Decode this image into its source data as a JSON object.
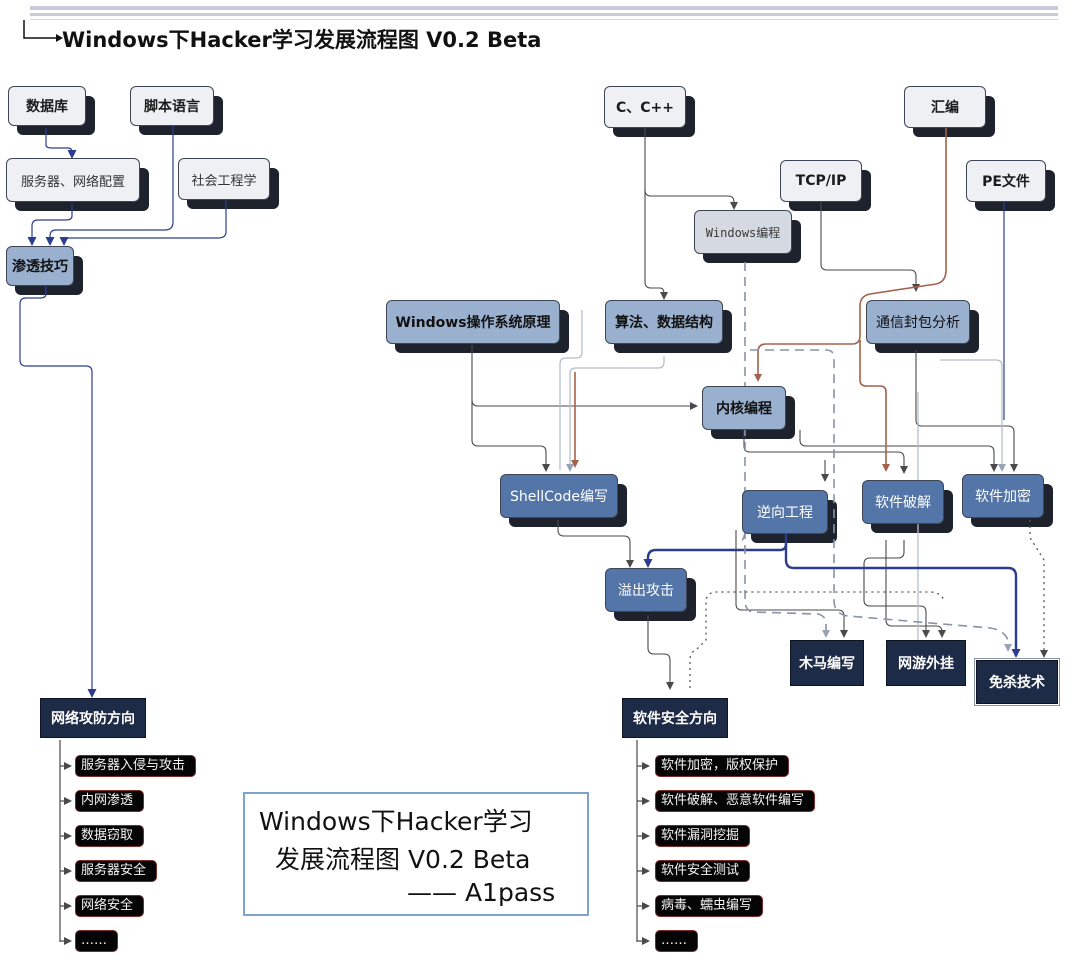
{
  "title": "Windows下Hacker学习发展流程图  V0.2 Beta",
  "nodes": {
    "database": "数据库",
    "script_lang": "脚本语言",
    "server_net_config": "服务器、网络配置",
    "social_engineering": "社会工程学",
    "penetration": "渗透技巧",
    "c_cpp": "C、C++",
    "assembly": "汇编",
    "tcp_ip": "TCP/IP",
    "pe_file": "PE文件",
    "windows_programming": "Windows编程",
    "windows_os_principles": "Windows操作系统原理",
    "algorithms": "算法、数据结构",
    "packet_analysis": "通信封包分析",
    "kernel_programming": "内核编程",
    "shellcode": "ShellCode编写",
    "reverse_engineering": "逆向工程",
    "software_cracking": "软件破解",
    "software_encryption": "软件加密",
    "overflow_attack": "溢出攻击",
    "trojan_writing": "木马编写",
    "game_cheats": "网游外挂",
    "antivirus_evasion": "免杀技术",
    "network_direction": "网络攻防方向",
    "software_direction": "软件安全方向"
  },
  "network_items": [
    "服务器入侵与攻击",
    "内网渗透",
    "数据窃取",
    "服务器安全",
    "网络安全",
    "……"
  ],
  "software_items": [
    "软件加密，版权保护",
    "软件破解、恶意软件编写",
    "软件漏洞挖掘",
    "软件安全测试",
    "病毒、蠕虫编写",
    "……"
  ],
  "signature": {
    "line1": "Windows下Hacker学习",
    "line2": "发展流程图 V0.2 Beta",
    "line3": "—— A1pass"
  },
  "colors": {
    "edge_gray": "#4a4a4a",
    "edge_blue": "#2c3d8f",
    "edge_brown": "#a4624a",
    "edge_light": "#b7bcc8",
    "node_dark": "#5475a7",
    "node_blue": "#9ab0cf",
    "node_navy": "#1e2b46"
  }
}
